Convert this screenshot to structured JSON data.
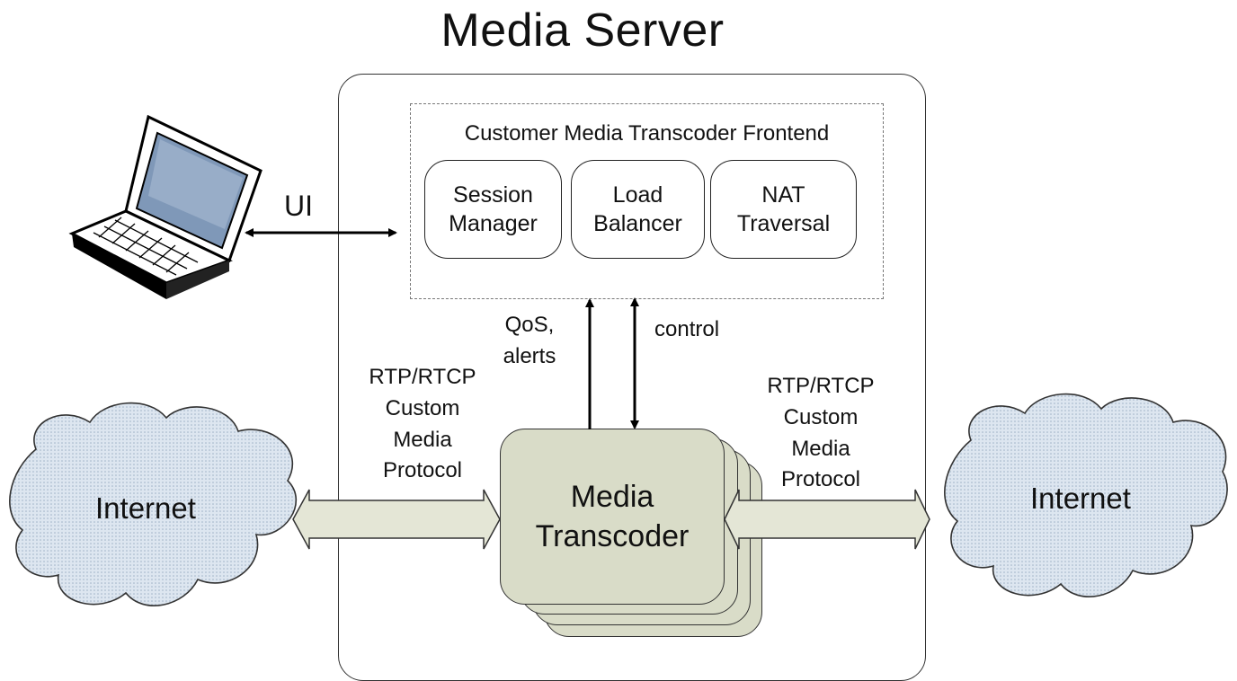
{
  "diagram": {
    "title": "Media Server",
    "frontend": {
      "label": "Customer Media Transcoder Frontend",
      "modules": [
        {
          "line1": "Session",
          "line2": "Manager"
        },
        {
          "line1": "Load",
          "line2": "Balancer"
        },
        {
          "line1": "NAT",
          "line2": "Traversal"
        }
      ]
    },
    "edge_labels": {
      "ui": "UI",
      "qos_line1": "QoS,",
      "qos_line2": "alerts",
      "control": "control",
      "left_protocol": [
        "RTP/RTCP",
        "Custom",
        "Media",
        "Protocol"
      ],
      "right_protocol": [
        "RTP/RTCP",
        "Custom",
        "Media",
        "Protocol"
      ]
    },
    "transcoder": {
      "line1": "Media",
      "line2": "Transcoder"
    },
    "clouds": {
      "left": "Internet",
      "right": "Internet"
    },
    "colors": {
      "transcoder_fill": "#d9dcc8",
      "data_arrow_fill": "#e4e6d6",
      "cloud_fill": "#dde6f0"
    },
    "icons": {
      "client": "laptop-icon",
      "network": "cloud-icon"
    }
  }
}
